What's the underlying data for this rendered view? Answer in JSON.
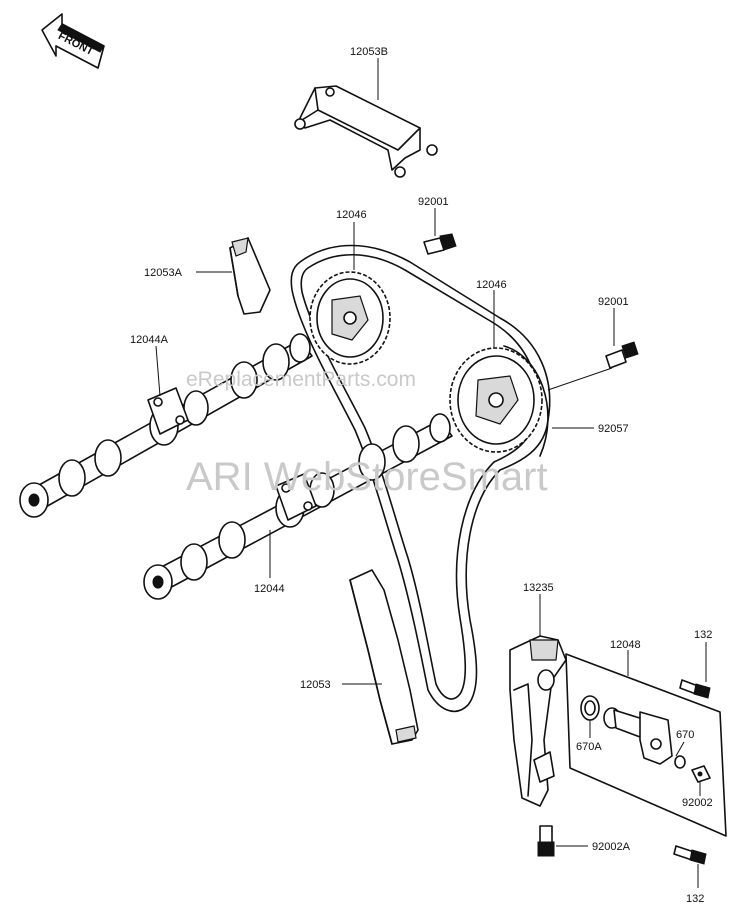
{
  "front_arrow": {
    "label": "FRONT"
  },
  "labels": {
    "p12053B": "12053B",
    "p12046_left": "12046",
    "p92001_top": "92001",
    "p12053A": "12053A",
    "p12046_right": "12046",
    "p92001_right": "92001",
    "p12044A": "12044A",
    "p92057": "92057",
    "p12044": "12044",
    "p13235": "13235",
    "p12048": "12048",
    "p132_top": "132",
    "p12053": "12053",
    "p670A": "670A",
    "p670": "670",
    "p92002": "92002",
    "p92002A": "92002A",
    "p132_bottom": "132"
  },
  "watermarks": {
    "small": "eReplacementParts.com",
    "large": "ARI WebStoreSmart"
  }
}
